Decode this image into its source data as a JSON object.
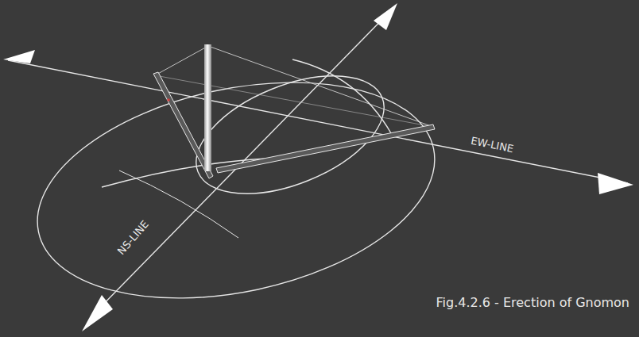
{
  "diagram": {
    "caption": "Fig.4.2.6 - Erection of Gnomon",
    "labels": [
      "NS-LINE",
      "EW-LINE"
    ]
  }
}
